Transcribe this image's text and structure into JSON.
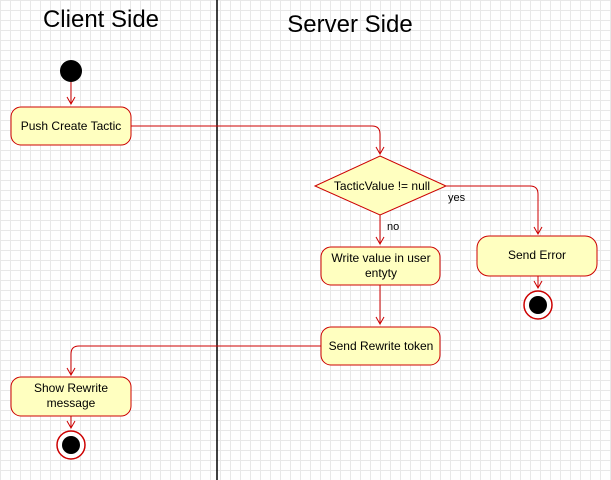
{
  "swimlanes": {
    "client_title": "Client Side",
    "server_title": "Server Side"
  },
  "nodes": {
    "push_create_tactic": "Push Create Tactic",
    "decision": "TacticValue != null",
    "write_value_line1": "Write value in user",
    "write_value_line2": "entyty",
    "send_error": "Send Error",
    "send_rewrite_token": "Send Rewrite token",
    "show_rewrite_line1": "Show Rewrite",
    "show_rewrite_line2": "message"
  },
  "edges": {
    "yes_label": "yes",
    "no_label": "no"
  },
  "colors": {
    "node_fill": "#ffffc0",
    "node_stroke": "#cc0000",
    "lane_divider": "#000000"
  }
}
